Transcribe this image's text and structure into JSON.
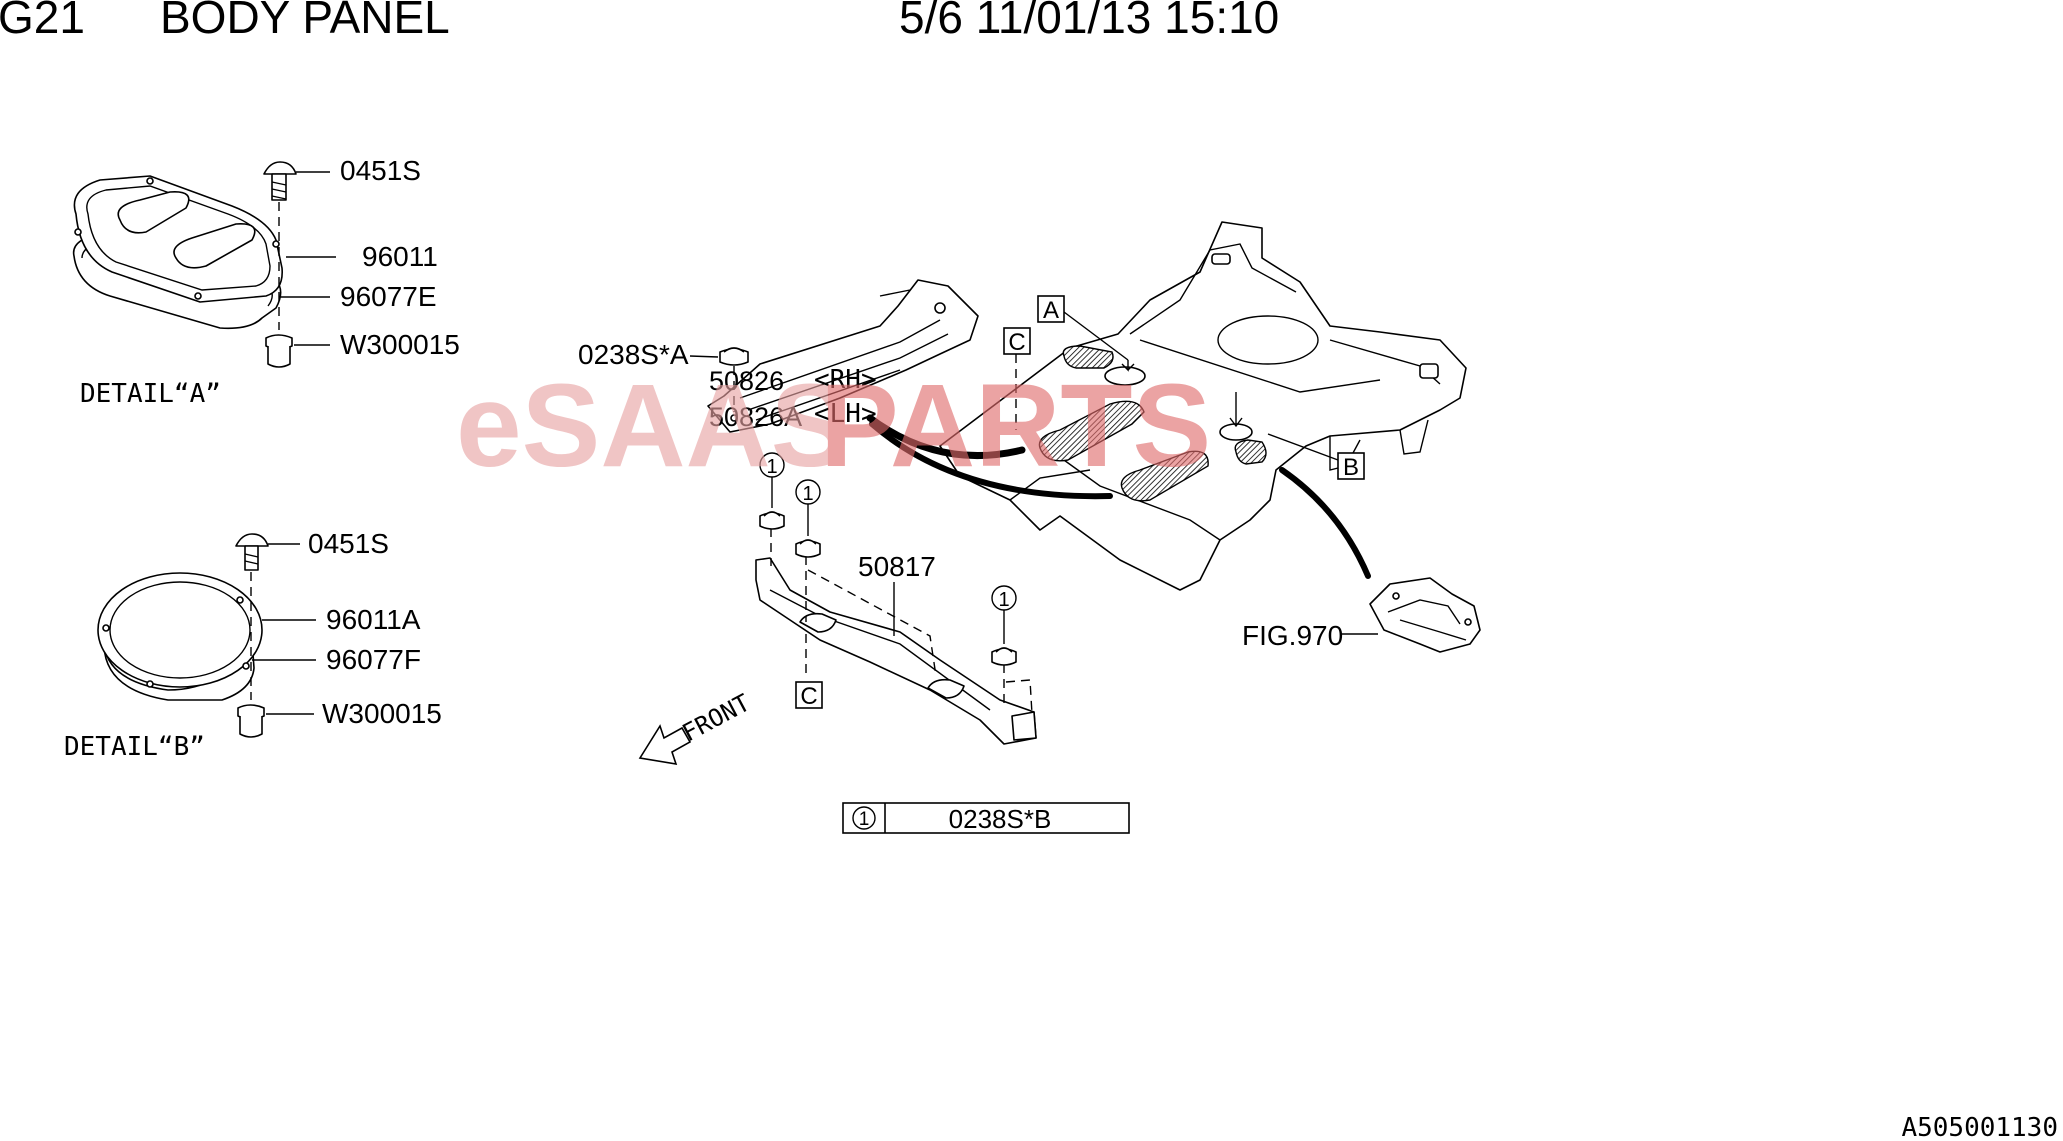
{
  "header": {
    "code": "G21",
    "title": "BODY PANEL",
    "page_info": "5/6 11/01/13 15:10"
  },
  "watermark": {
    "part1": "eSAAS",
    "part2": "PARTS",
    "color1": "#e8a3a3",
    "color2": "#e06b6b"
  },
  "detail_a": {
    "caption": "DETAIL“A”",
    "labels": {
      "bolt": "0451S",
      "plate": "96011",
      "gasket": "96077E",
      "clip": "W300015"
    }
  },
  "detail_b": {
    "caption": "DETAIL“B”",
    "labels": {
      "bolt": "0451S",
      "plate": "96011A",
      "gasket": "96077F",
      "clip": "W300015"
    }
  },
  "main": {
    "bracket_rh": "50826",
    "bracket_rh_side": "<RH>",
    "bracket_lh": "50826A",
    "bracket_lh_side": "<LH>",
    "nut_a": "0238S*A",
    "crossmember": "50817",
    "fig_ref": "FIG.970",
    "callout_a": "A",
    "callout_b": "B",
    "callout_c": "C",
    "circle_one": "1",
    "front_arrow": "FRONT"
  },
  "legend": {
    "number": "1",
    "part": "0238S*B"
  },
  "footer": {
    "diagram_id": "A505001130"
  }
}
